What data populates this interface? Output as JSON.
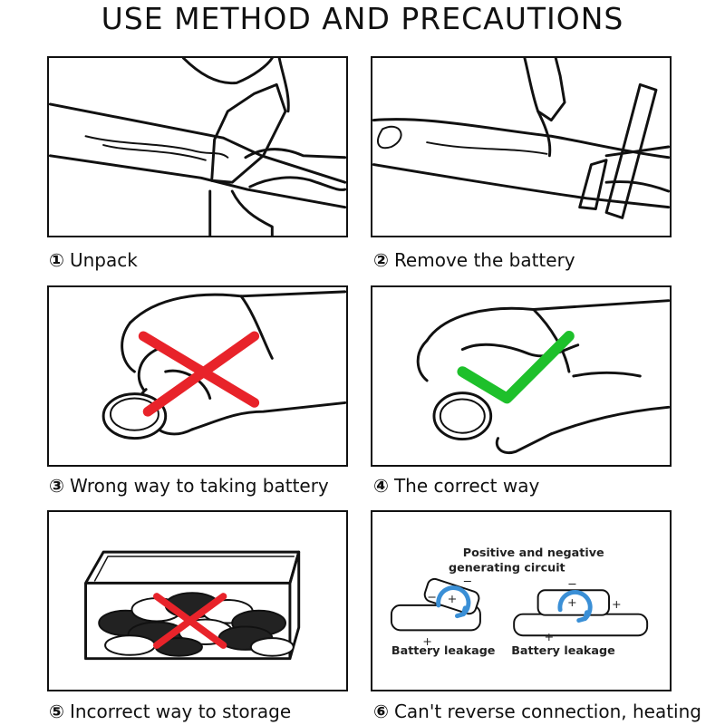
{
  "title": "USE METHOD AND PRECAUTIONS",
  "steps": [
    {
      "num": "①",
      "label": "Unpack"
    },
    {
      "num": "②",
      "label": "Remove the battery"
    },
    {
      "num": "③",
      "label": "Wrong way to taking battery"
    },
    {
      "num": "④",
      "label": "The correct way"
    },
    {
      "num": "⑤",
      "label": "Incorrect way to storage"
    },
    {
      "num": "⑥",
      "label": "Can't reverse connection, heating"
    }
  ],
  "diagram": {
    "heading_line1": "Positive and negative",
    "heading_line2": "generating circuit",
    "leak_left": "Battery leakage",
    "leak_right": "Battery leakage",
    "plus": "+",
    "minus": "−"
  },
  "colors": {
    "wrong_mark": "#e8232a",
    "correct_mark": "#1ec02b",
    "arrow": "#3a8fd6",
    "line": "#111111"
  }
}
